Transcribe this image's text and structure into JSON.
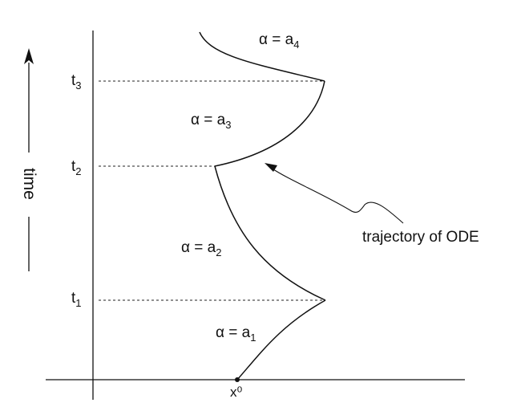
{
  "time_axis": {
    "label": "time"
  },
  "ticks": [
    {
      "base": "t",
      "sub": "3"
    },
    {
      "base": "t",
      "sub": "2"
    },
    {
      "base": "t",
      "sub": "1"
    }
  ],
  "regions": [
    {
      "base": "α = a",
      "sub": "4"
    },
    {
      "base": "α = a",
      "sub": "3"
    },
    {
      "base": "α = a",
      "sub": "2"
    },
    {
      "base": "α = a",
      "sub": "1"
    }
  ],
  "start_point": {
    "label": "x⁰"
  },
  "annotation": {
    "text": "trajectory of ODE"
  }
}
